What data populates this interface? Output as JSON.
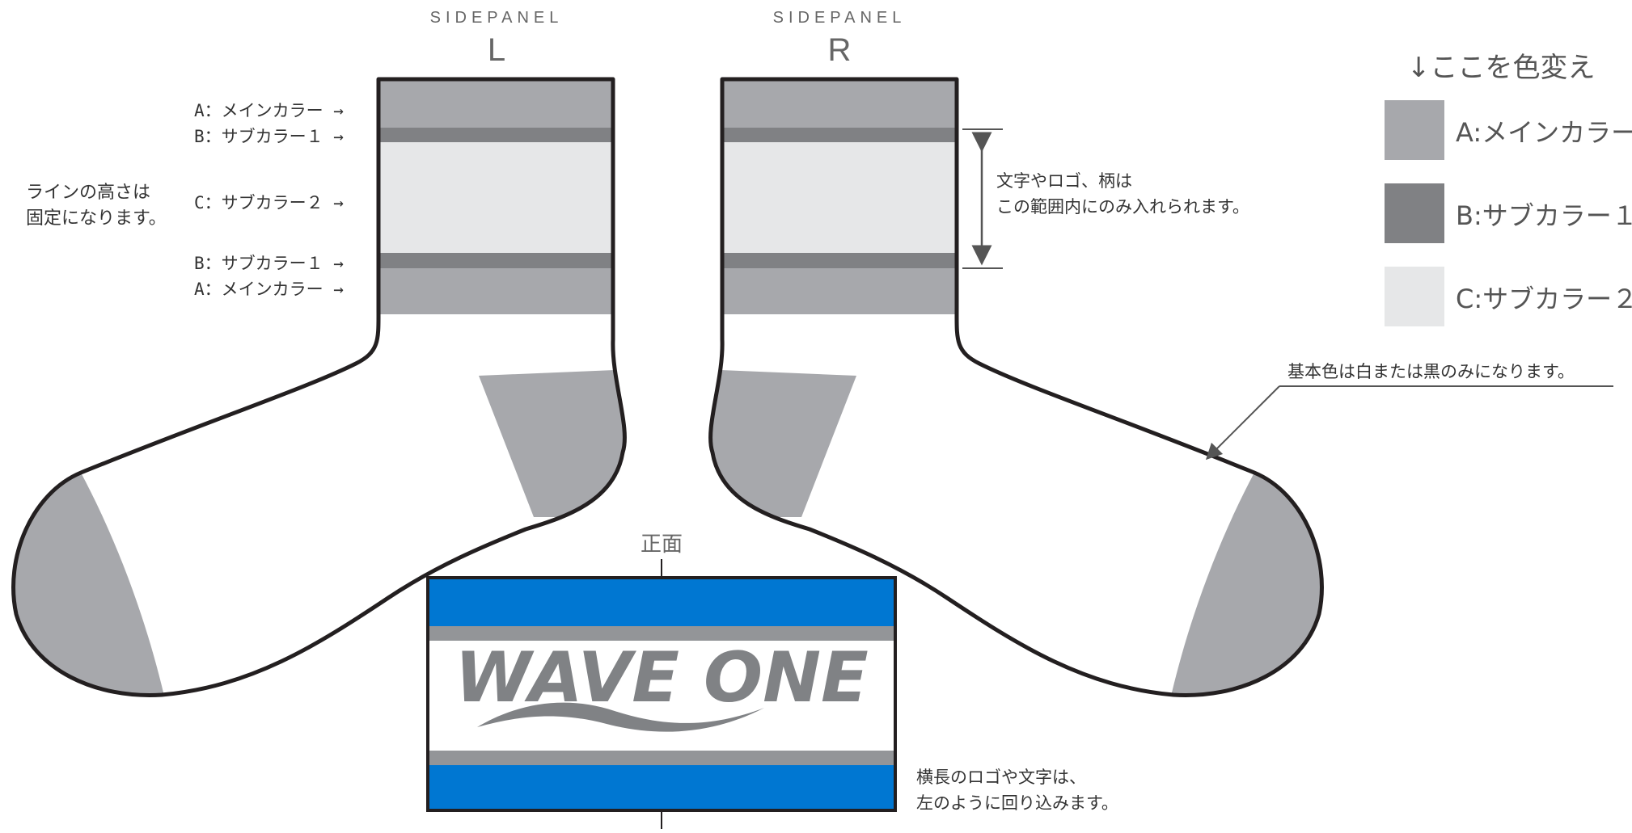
{
  "colors": {
    "main": "#a7a8ac",
    "sub1": "#808184",
    "sub2": "#e6e7e8",
    "outline": "#231f20",
    "blue": "#0077d2",
    "grayBand": "#939598",
    "logo": "#808285",
    "text": "#333333"
  },
  "headers": {
    "left": {
      "title": "SIDEPANEL",
      "letter": "L"
    },
    "right": {
      "title": "SIDEPANEL",
      "letter": "R"
    }
  },
  "left_labels": {
    "a_top": "A：メインカラー →",
    "b_top": "B：サブカラー１ →",
    "c": "C：サブカラー２ →",
    "b_bottom": "B：サブカラー１ →",
    "a_bottom": "A：メインカラー →"
  },
  "height_note": [
    "ラインの高さは",
    "固定になります。"
  ],
  "range_note": [
    "文字やロゴ、柄は",
    "この範囲内にのみ入れられます。"
  ],
  "legend": {
    "title": "↓ここを色変え",
    "items": [
      {
        "label": "A:メインカラー",
        "color": "#a7a8ac"
      },
      {
        "label": "B:サブカラー１",
        "color": "#808184"
      },
      {
        "label": "C:サブカラー２",
        "color": "#e6e7e8"
      }
    ]
  },
  "base_color_note": "基本色は白または黒のみになります。",
  "front": {
    "label": "正面",
    "logo_text": "WAVE ONE",
    "wrap_note": [
      "横長のロゴや文字は、",
      "左のように回り込みます。"
    ]
  }
}
